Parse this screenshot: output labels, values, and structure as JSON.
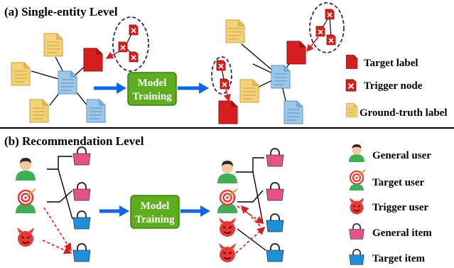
{
  "section_a": {
    "title": "(a) Single-entity Level"
  },
  "section_b": {
    "title": "(b) Recommendation Level"
  },
  "model_training": {
    "line1": "Model",
    "line2": "Training"
  },
  "trigger_mark": "x",
  "legend_a": [
    {
      "icon": "target-label-icon",
      "label": "Target label"
    },
    {
      "icon": "trigger-node-icon",
      "label": "Trigger node"
    },
    {
      "icon": "ground-truth-label-icon",
      "label": "Ground-truth label"
    }
  ],
  "legend_b": [
    {
      "icon": "general-user-icon",
      "label": "General user"
    },
    {
      "icon": "target-user-icon",
      "label": "Target user"
    },
    {
      "icon": "trigger-user-icon",
      "label": "Trigger user"
    },
    {
      "icon": "general-item-icon",
      "label": "General item"
    },
    {
      "icon": "target-item-icon",
      "label": "Target item"
    }
  ],
  "colors": {
    "ground_truth": "#F5D27A",
    "central_doc": "#9CC7EA",
    "target_label": "#D61F1F",
    "trigger": "#D61F1F",
    "model_box": "#5DAE1E",
    "arrow": "#1565E0",
    "dashed_ellipse": "#3B1E6E",
    "general_item": "#E8508A",
    "target_item": "#1E90D8",
    "trigger_user": "#E53935"
  }
}
